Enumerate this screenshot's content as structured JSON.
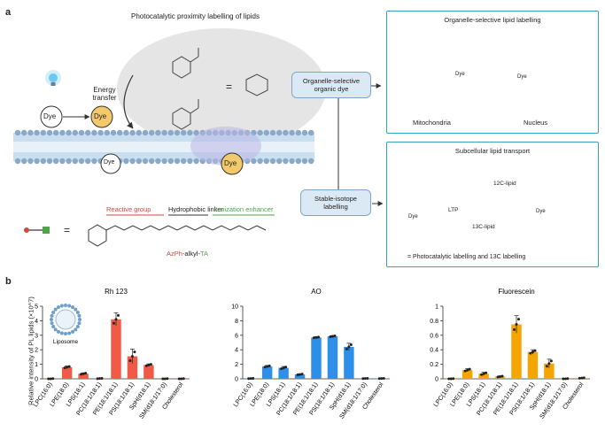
{
  "panel_a": {
    "letter": "a",
    "title": "Photocatalytic proximity labelling of lipids",
    "energy_transfer": "Energy\ntransfer",
    "dye": "Dye",
    "organic_dye_label": "Organelle-selective\norganic dye",
    "stable_isotope_label": "Stable-isotope\nlabelling",
    "legend": {
      "reactive_group": "Reactive group",
      "hydrophobic_linker": "Hydrophobic linker",
      "ionization_enhancer": "Ionization enhancer",
      "probe_name_part1": "AzPh",
      "probe_name_part2": "-alkyl-",
      "probe_name_part3": "TA",
      "equals": "="
    },
    "organelle_box": {
      "title": "Organelle-selective lipid labelling",
      "mitochondria": "Mitochondria",
      "nucleus": "Nucleus"
    },
    "transport_box": {
      "title": "Subcellular lipid transport",
      "c12_lipid": "12C-lipid",
      "c13_lipid": "13C-lipid",
      "ltp": "LTP",
      "footnote": "= Photocatalytic labelling and 13C labelling"
    }
  },
  "panel_b": {
    "letter": "b"
  },
  "colors": {
    "rh123": "#f05a46",
    "ao": "#2e8fe8",
    "fluorescein": "#f5a500",
    "box_border": "#3a9fc1"
  },
  "chart_data": [
    {
      "type": "bar",
      "title": "Rh 123",
      "ylabel": "Relative intensity of PL lipids (×10^7)",
      "ylim": [
        0,
        5
      ],
      "yticks": [
        "0",
        "1",
        "2",
        "3",
        "4",
        "5"
      ],
      "categories": [
        "LPC(16:0)",
        "LPE(18:0)",
        "LPS(18:1)",
        "PC(18:1/18:1)",
        "PE(18:1/18:1)",
        "PS(18:1/18:1)",
        "SpH(d18:1)",
        "SM(d18:1/17:0)",
        "Cholesterol"
      ],
      "values": [
        0.0,
        0.8,
        0.35,
        0.02,
        4.1,
        1.55,
        0.95,
        0.0,
        0.0
      ],
      "errors": [
        0.02,
        0.08,
        0.06,
        0.02,
        0.45,
        0.5,
        0.08,
        0.02,
        0.02
      ]
    },
    {
      "type": "bar",
      "title": "AO",
      "ylim": [
        0,
        10
      ],
      "yticks": [
        "0",
        "2",
        "4",
        "6",
        "8",
        "10"
      ],
      "categories": [
        "LPC(16:0)",
        "LPE(18:0)",
        "LPS(18:1)",
        "PC(18:1/18:1)",
        "PE(18:1/18:1)",
        "PS(18:1/18:1)",
        "SpH(d18:1)",
        "SM(d18:1/17:0)",
        "Cholesterol"
      ],
      "values": [
        0.05,
        1.7,
        1.5,
        0.6,
        5.7,
        5.85,
        4.4,
        0.05,
        0.05
      ],
      "errors": [
        0.02,
        0.15,
        0.2,
        0.08,
        0.08,
        0.1,
        0.5,
        0.02,
        0.02
      ]
    },
    {
      "type": "bar",
      "title": "Fluorescein",
      "ylim": [
        0,
        1
      ],
      "yticks": [
        "0",
        "0.2",
        "0.4",
        "0.6",
        "0.8",
        "1"
      ],
      "categories": [
        "LPC(16:0)",
        "LPE(18:0)",
        "LPS(18:1)",
        "PC(18:1/18:1)",
        "PE(18:1/18:1)",
        "PS(18:1/18:1)",
        "SpH(d18:1)",
        "SM(d18:1/17:0)",
        "Cholesterol"
      ],
      "values": [
        0.0,
        0.12,
        0.07,
        0.03,
        0.75,
        0.37,
        0.21,
        0.0,
        0.01
      ],
      "errors": [
        0.005,
        0.02,
        0.02,
        0.01,
        0.12,
        0.03,
        0.06,
        0.005,
        0.005
      ]
    }
  ],
  "liposome_label": "Liposome"
}
